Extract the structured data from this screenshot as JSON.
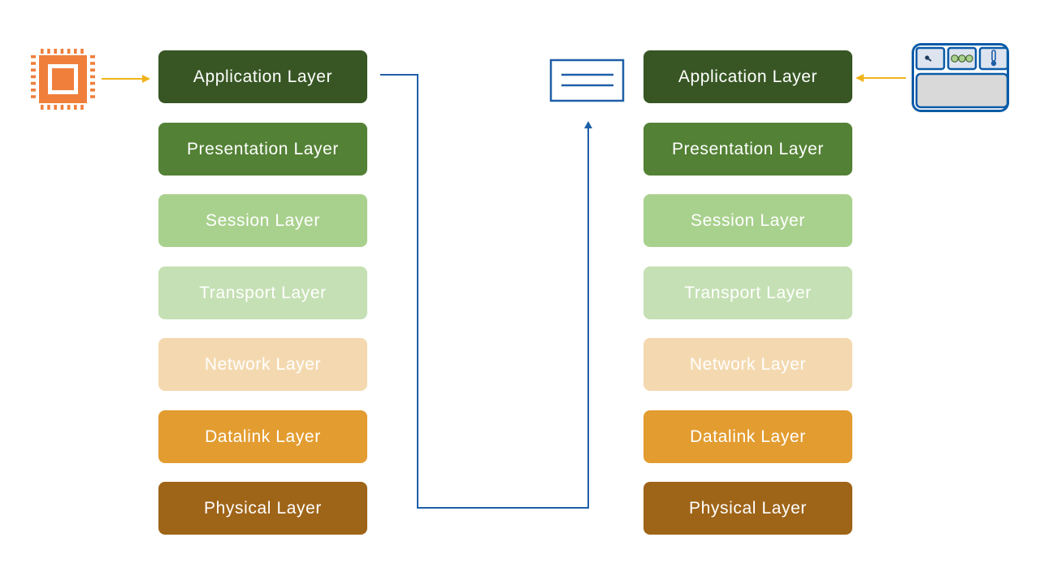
{
  "layers": [
    {
      "label": "Application Layer",
      "bg": "#375623",
      "fg": "#ffffff"
    },
    {
      "label": "Presentation Layer",
      "bg": "#538135",
      "fg": "#ffffff"
    },
    {
      "label": "Session Layer",
      "bg": "#a9d18e",
      "fg": "#ffffff"
    },
    {
      "label": "Transport Layer",
      "bg": "#c5e0b4",
      "fg": "#ffffff"
    },
    {
      "label": "Network Layer",
      "bg": "#f4d9b0",
      "fg": "#ffffff"
    },
    {
      "label": "Datalink Layer",
      "bg": "#e39c30",
      "fg": "#ffffff"
    },
    {
      "label": "Physical Layer",
      "bg": "#9e6418",
      "fg": "#ffffff"
    }
  ],
  "icons": {
    "left_device": "cpu-chip-icon",
    "right_device": "sensor-panel-icon",
    "message": "message-document-icon"
  },
  "colors": {
    "chip": "#f07f3c",
    "arrow_yellow": "#f0b419",
    "connector": "#1f5fa8",
    "panel_border": "#0b5ba8",
    "panel_fill": "#dde4ef",
    "panel_screen": "#d9d9d9",
    "sensor_green": "#a9d18e"
  }
}
